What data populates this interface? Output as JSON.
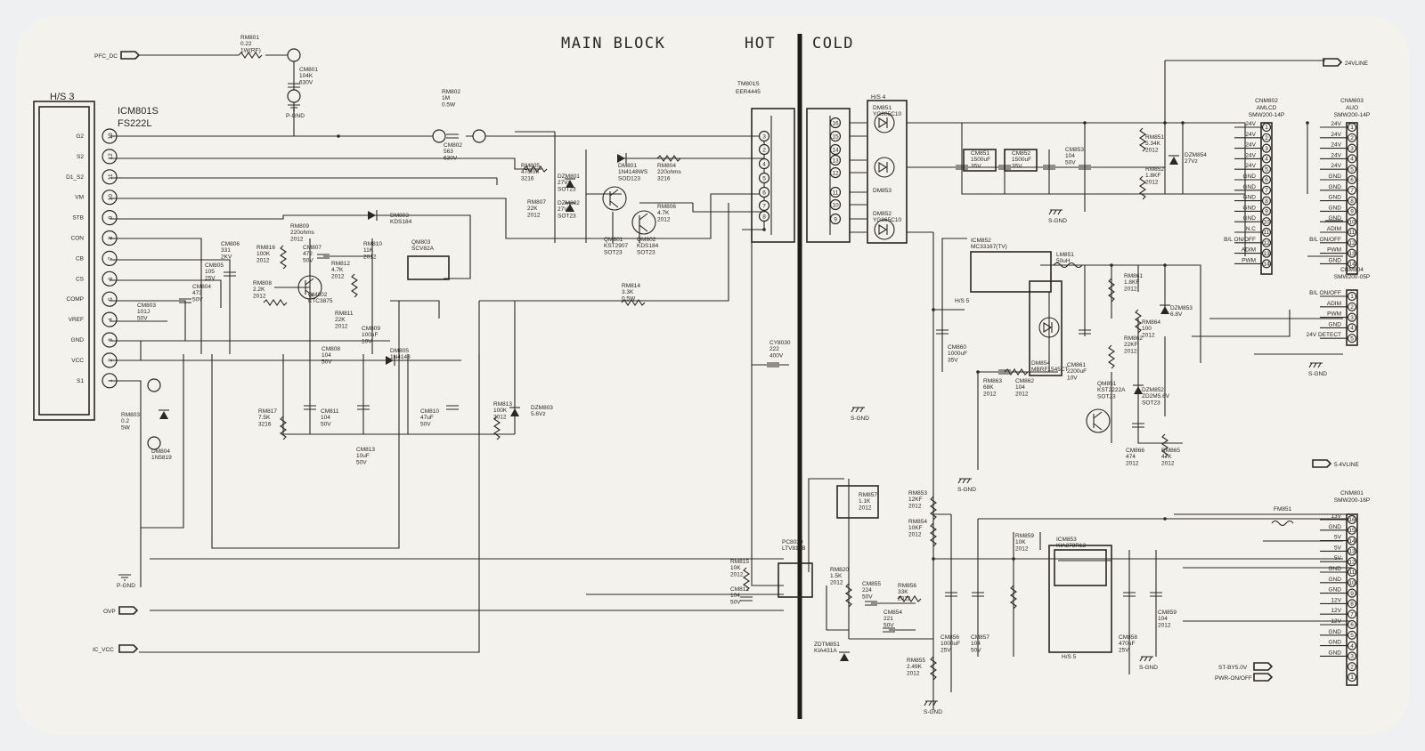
{
  "header": {
    "main_block": "MAIN BLOCK",
    "hot": "HOT",
    "cold": "COLD"
  },
  "primary_ic": {
    "heatsink": "H/S 3",
    "ref": "ICM801S",
    "part": "FS222L",
    "pins": [
      {
        "num": "13",
        "name": "G2"
      },
      {
        "num": "12",
        "name": "S2"
      },
      {
        "num": "11",
        "name": "D1_S2"
      },
      {
        "num": "10",
        "name": "VM"
      },
      {
        "num": "9",
        "name": "STB"
      },
      {
        "num": "8",
        "name": "CON"
      },
      {
        "num": "7",
        "name": "CB"
      },
      {
        "num": "6",
        "name": "CS"
      },
      {
        "num": "5",
        "name": "COMP"
      },
      {
        "num": "4",
        "name": "VREF"
      },
      {
        "num": "3",
        "name": "GND"
      },
      {
        "num": "2",
        "name": "VCC"
      },
      {
        "num": "1",
        "name": "S1"
      }
    ]
  },
  "input_ports": {
    "pfc_dc": "PFC_DC",
    "ovp": "OVP",
    "ic_vcc": "IC_VCC"
  },
  "transformer": {
    "ref": "TM801S",
    "part": "EER4445",
    "primary_pins": [
      "3",
      "2",
      "4",
      "5",
      "6",
      "7",
      "8"
    ],
    "secondary_pins": [
      "16",
      "15",
      "14",
      "13",
      "12",
      "11",
      "10",
      "9"
    ]
  },
  "primary_parts": [
    {
      "id": "rm801",
      "lines": [
        "RM801",
        "0.22",
        "1W(RF)"
      ]
    },
    {
      "id": "cm801",
      "lines": [
        "CM801",
        "104K",
        "630V"
      ]
    },
    {
      "id": "rm802",
      "lines": [
        "RM802",
        "1M",
        "0.5W"
      ]
    },
    {
      "id": "cm802",
      "lines": [
        "CM802",
        "563",
        "630V"
      ]
    },
    {
      "id": "rm805",
      "lines": [
        "RM805",
        "47ohm",
        "3216"
      ]
    },
    {
      "id": "dzm801",
      "lines": [
        "DZM801",
        "27Vz",
        "SOT23"
      ]
    },
    {
      "id": "dzm802",
      "lines": [
        "DZM802",
        "27Vz",
        "SOT23"
      ]
    },
    {
      "id": "dm801",
      "lines": [
        "DM801",
        "1N4148WS",
        "SOD123"
      ]
    },
    {
      "id": "rm804",
      "lines": [
        "RM804",
        "220ohms",
        "3216"
      ]
    },
    {
      "id": "rm807",
      "lines": [
        "RM807",
        "22K",
        "2012"
      ]
    },
    {
      "id": "qm801",
      "lines": [
        "QM801",
        "KST2907",
        "SOT23"
      ]
    },
    {
      "id": "qm802",
      "lines": [
        "QM802",
        "KDS184",
        "SOT23"
      ]
    },
    {
      "id": "rm806",
      "lines": [
        "RM806",
        "4.7K",
        "2012"
      ]
    },
    {
      "id": "rm809",
      "lines": [
        "RM809",
        "220ohms",
        "2012"
      ]
    },
    {
      "id": "dm803",
      "lines": [
        "DM803",
        "KDS184"
      ]
    },
    {
      "id": "cm806",
      "lines": [
        "CM806",
        "331",
        "2KV"
      ]
    },
    {
      "id": "rm816",
      "lines": [
        "RM816",
        "100K",
        "2012"
      ]
    },
    {
      "id": "cm807",
      "lines": [
        "CM807",
        "472",
        "50V"
      ]
    },
    {
      "id": "rm810",
      "lines": [
        "RM810",
        "11K",
        "2012"
      ]
    },
    {
      "id": "qm803",
      "lines": [
        "QM803",
        "SCV82A"
      ]
    },
    {
      "id": "cm805",
      "lines": [
        "CM805",
        "105",
        "25V"
      ]
    },
    {
      "id": "rm808",
      "lines": [
        "RM808",
        "2.2K",
        "2012"
      ]
    },
    {
      "id": "qm802b",
      "lines": [
        "QM802",
        "KTC3875"
      ]
    },
    {
      "id": "rm812",
      "lines": [
        "RM812",
        "4.7K",
        "2012"
      ]
    },
    {
      "id": "cm804",
      "lines": [
        "CM804",
        "473",
        "50V"
      ]
    },
    {
      "id": "cm803",
      "lines": [
        "CM803",
        "101J",
        "50V"
      ]
    },
    {
      "id": "rm811",
      "lines": [
        "RM811",
        "22K",
        "2012"
      ]
    },
    {
      "id": "cm809",
      "lines": [
        "CM809",
        "100uF",
        "10V"
      ]
    },
    {
      "id": "cm808",
      "lines": [
        "CM808",
        "104",
        "50V"
      ]
    },
    {
      "id": "dm805",
      "lines": [
        "DM805",
        "1N4148"
      ]
    },
    {
      "id": "rm814",
      "lines": [
        "RM814",
        "3.3K",
        "0.5W"
      ]
    },
    {
      "id": "rm803",
      "lines": [
        "RM803",
        "0.2",
        "5W"
      ]
    },
    {
      "id": "dm804",
      "lines": [
        "DM804",
        "1N5819"
      ]
    },
    {
      "id": "rm817",
      "lines": [
        "RM817",
        "7.5K",
        "3216"
      ]
    },
    {
      "id": "cm811",
      "lines": [
        "CM811",
        "104",
        "50V"
      ]
    },
    {
      "id": "cm813",
      "lines": [
        "CM813",
        "10uF",
        "50V"
      ]
    },
    {
      "id": "cm810",
      "lines": [
        "CM810",
        "47uF",
        "50V"
      ]
    },
    {
      "id": "rm813",
      "lines": [
        "RM813",
        "100K",
        "2012"
      ]
    },
    {
      "id": "dzm803",
      "lines": [
        "DZM803",
        "5.6Vz"
      ]
    },
    {
      "id": "cy8030",
      "lines": [
        "CY8030",
        "222",
        "400V"
      ]
    },
    {
      "id": "rm815",
      "lines": [
        "RM815",
        "10K",
        "2012"
      ]
    },
    {
      "id": "cm812",
      "lines": [
        "CM812",
        "104",
        "50V"
      ]
    },
    {
      "id": "pc8030",
      "lines": [
        "PC8030",
        "LTV817B"
      ]
    }
  ],
  "ground_labels": {
    "p_gnd": "P-GND",
    "s_gnd": "S-GND"
  },
  "secondary_parts": [
    {
      "id": "hs4",
      "lines": [
        "H/S 4"
      ]
    },
    {
      "id": "dm851",
      "lines": [
        "DM851",
        "YG865C10"
      ]
    },
    {
      "id": "dm853",
      "lines": [
        "DM853"
      ]
    },
    {
      "id": "dm852",
      "lines": [
        "DM852",
        "YG865C10"
      ]
    },
    {
      "id": "cm851",
      "lines": [
        "CM851",
        "1500uF",
        "35V"
      ]
    },
    {
      "id": "cm852",
      "lines": [
        "CM852",
        "1500uF",
        "35V"
      ]
    },
    {
      "id": "cm853",
      "lines": [
        "CM853",
        "104",
        "50V"
      ]
    },
    {
      "id": "rm851",
      "lines": [
        "RM851",
        "5.34K",
        "2012"
      ]
    },
    {
      "id": "rm852",
      "lines": [
        "RM852",
        "1.8KF",
        "2012"
      ]
    },
    {
      "id": "dzm854",
      "lines": [
        "DZM854",
        "27Vz"
      ]
    },
    {
      "id": "icm852",
      "lines": [
        "ICM852",
        "MC33167(TV)"
      ]
    },
    {
      "id": "lm851",
      "lines": [
        "LM851",
        "50uH"
      ]
    },
    {
      "id": "rm861",
      "lines": [
        "RM861",
        "1.8KF",
        "2012"
      ]
    },
    {
      "id": "rm864",
      "lines": [
        "RM864",
        "100",
        "2012"
      ]
    },
    {
      "id": "dzm853",
      "lines": [
        "DZM853",
        "6.8V"
      ]
    },
    {
      "id": "hs5a",
      "lines": [
        "H/S 5"
      ]
    },
    {
      "id": "cm860",
      "lines": [
        "CM860",
        "1000uF",
        "35V"
      ]
    },
    {
      "id": "rm862",
      "lines": [
        "RM862",
        "22KF",
        "2012"
      ]
    },
    {
      "id": "rm863",
      "lines": [
        "RM863",
        "68K",
        "2012"
      ]
    },
    {
      "id": "cm862",
      "lines": [
        "CM862",
        "104",
        "2012"
      ]
    },
    {
      "id": "dm854",
      "lines": [
        "DM854",
        "MBRF1545CT"
      ]
    },
    {
      "id": "cm861",
      "lines": [
        "CM861",
        "2200uF",
        "10V"
      ]
    },
    {
      "id": "qm851",
      "lines": [
        "QM851",
        "KST2222A",
        "SOT23"
      ]
    },
    {
      "id": "dzm852",
      "lines": [
        "DZM852",
        "ZD2M5.6V",
        "SOT23"
      ]
    },
    {
      "id": "cm866",
      "lines": [
        "CM866",
        "474",
        "2012"
      ]
    },
    {
      "id": "rm865",
      "lines": [
        "RM865",
        "47K",
        "2012"
      ]
    },
    {
      "id": "rm857",
      "lines": [
        "RM857",
        "1.1K",
        "2012"
      ]
    },
    {
      "id": "rm853",
      "lines": [
        "RM853",
        "12KF",
        "2012"
      ]
    },
    {
      "id": "rm854",
      "lines": [
        "RM854",
        "10KF",
        "2012"
      ]
    },
    {
      "id": "rm859",
      "lines": [
        "RM859",
        "10K",
        "2012"
      ]
    },
    {
      "id": "icm853",
      "lines": [
        "ICM853",
        "KIA278R12"
      ]
    },
    {
      "id": "rm820",
      "lines": [
        "RM820",
        "1.5K",
        "2012"
      ]
    },
    {
      "id": "cm855",
      "lines": [
        "CM855",
        "224",
        "50V"
      ]
    },
    {
      "id": "rm856",
      "lines": [
        "RM856",
        "33K",
        "2012"
      ]
    },
    {
      "id": "cm854",
      "lines": [
        "CM854",
        "221",
        "50V"
      ]
    },
    {
      "id": "zdtm851",
      "lines": [
        "ZDTM851",
        "KIA431A"
      ]
    },
    {
      "id": "rm855",
      "lines": [
        "RM855",
        "2.49K",
        "2012"
      ]
    },
    {
      "id": "cm856",
      "lines": [
        "CM856",
        "1000uF",
        "25V"
      ]
    },
    {
      "id": "cm857",
      "lines": [
        "CM857",
        "104",
        "50V"
      ]
    },
    {
      "id": "hs5b",
      "lines": [
        "H/S 5"
      ]
    },
    {
      "id": "cm858",
      "lines": [
        "CM858",
        "470uF",
        "25V"
      ]
    },
    {
      "id": "cm859",
      "lines": [
        "CM859",
        "104",
        "2012"
      ]
    },
    {
      "id": "fm851",
      "lines": [
        "FM851"
      ]
    }
  ],
  "connectors": {
    "cnm802": {
      "title": [
        "CNM802",
        "AMLCD",
        "SMW200-14P"
      ],
      "pins": [
        {
          "num": "1",
          "label": "24V"
        },
        {
          "num": "2",
          "label": "24V"
        },
        {
          "num": "3",
          "label": "24V"
        },
        {
          "num": "4",
          "label": "24V"
        },
        {
          "num": "5",
          "label": "24V"
        },
        {
          "num": "6",
          "label": "GND"
        },
        {
          "num": "7",
          "label": "GND"
        },
        {
          "num": "8",
          "label": "GND"
        },
        {
          "num": "9",
          "label": "GND"
        },
        {
          "num": "10",
          "label": "GND"
        },
        {
          "num": "11",
          "label": "N.C"
        },
        {
          "num": "12",
          "label": "B/L ON/OFF"
        },
        {
          "num": "13",
          "label": "ADIM"
        },
        {
          "num": "14",
          "label": "PWM"
        }
      ]
    },
    "cnm803": {
      "title": [
        "CNM803",
        "AUO",
        "SMW200-14P"
      ],
      "pins": [
        {
          "num": "1",
          "label": "24V"
        },
        {
          "num": "2",
          "label": "24V"
        },
        {
          "num": "3",
          "label": "24V"
        },
        {
          "num": "4",
          "label": "24V"
        },
        {
          "num": "5",
          "label": "24V"
        },
        {
          "num": "6",
          "label": "GND"
        },
        {
          "num": "7",
          "label": "GND"
        },
        {
          "num": "8",
          "label": "GND"
        },
        {
          "num": "9",
          "label": "GND"
        },
        {
          "num": "10",
          "label": "GND"
        },
        {
          "num": "11",
          "label": "ADIM"
        },
        {
          "num": "12",
          "label": "B/L ON/OFF"
        },
        {
          "num": "13",
          "label": "PWM"
        },
        {
          "num": "14",
          "label": "GND"
        }
      ]
    },
    "cnm804": {
      "title": [
        "CNM804",
        "SMW200-05P"
      ],
      "pins": [
        {
          "num": "1",
          "label": "B/L ON/OFF"
        },
        {
          "num": "2",
          "label": "ADIM"
        },
        {
          "num": "3",
          "label": "PWM"
        },
        {
          "num": "4",
          "label": "GND"
        },
        {
          "num": "5",
          "label": "24V DETECT"
        }
      ]
    },
    "cnm801": {
      "title": [
        "CNM801",
        "SMW200-16P"
      ],
      "pins": [
        {
          "num": "16",
          "label": "13V"
        },
        {
          "num": "15",
          "label": "GND"
        },
        {
          "num": "14",
          "label": "5V"
        },
        {
          "num": "13",
          "label": "5V"
        },
        {
          "num": "12",
          "label": "5V"
        },
        {
          "num": "11",
          "label": "GND"
        },
        {
          "num": "10",
          "label": "GND"
        },
        {
          "num": "9",
          "label": "GND"
        },
        {
          "num": "8",
          "label": "12V"
        },
        {
          "num": "7",
          "label": "12V"
        },
        {
          "num": "6",
          "label": "12V"
        },
        {
          "num": "5",
          "label": "GND"
        },
        {
          "num": "4",
          "label": "GND"
        },
        {
          "num": "3",
          "label": "GND"
        },
        {
          "num": "2",
          "label": ""
        },
        {
          "num": "1",
          "label": ""
        }
      ]
    }
  },
  "output_ports": {
    "v24_line": "24VLINE",
    "v54_line": "5.4VLINE",
    "st_by": "ST-BY5.0V",
    "pwr_onoff": "PWR-ON/OFF"
  }
}
